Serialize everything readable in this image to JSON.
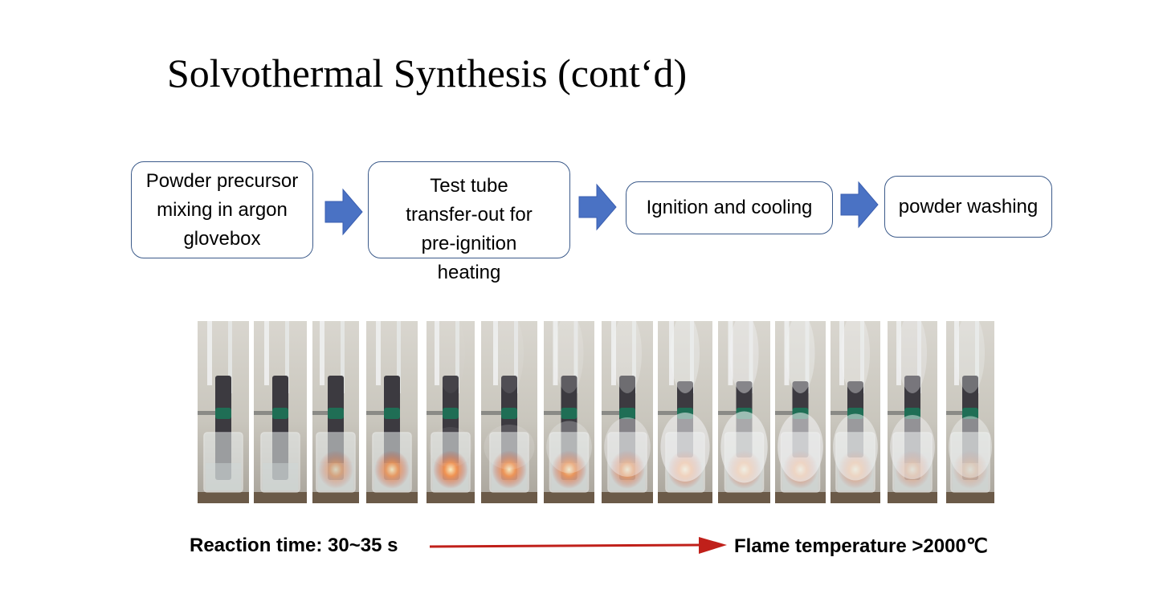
{
  "title": "Solvothermal Synthesis (cont‘d)",
  "flow": {
    "steps": [
      {
        "label": "Powder precursor\nmixing in argon\nglovebox"
      },
      {
        "label": "Test tube\ntransfer-out for\npre-ignition\nheating"
      },
      {
        "label": "Ignition and cooling"
      },
      {
        "label": "powder washing"
      }
    ],
    "arrow_color": "#4a72c4",
    "box_border_color": "#3b5a8a"
  },
  "photo_sequence": {
    "frame_count": 14,
    "glow_levels": [
      0,
      0,
      0.5,
      0.75,
      0.9,
      0.85,
      0.8,
      0.7,
      0.65,
      0.6,
      0.55,
      0.5,
      0.45,
      0.35
    ],
    "smoke_levels": [
      0,
      0,
      0,
      0,
      0.1,
      0.2,
      0.35,
      0.5,
      0.7,
      0.75,
      0.7,
      0.65,
      0.6,
      0.55
    ]
  },
  "captions": {
    "reaction_time": "Reaction time: 30~35 s",
    "flame_temperature": "Flame temperature >2000℃",
    "arrow_color": "#c0201a"
  }
}
